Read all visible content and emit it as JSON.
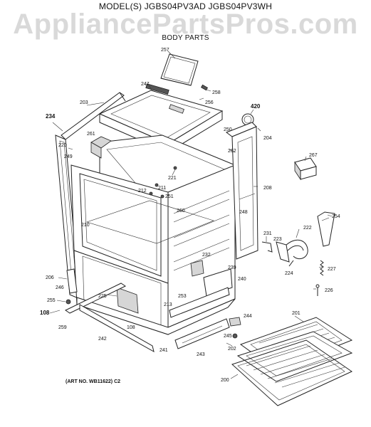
{
  "header": {
    "model_line": "MODEL(S) JGBS04PV3AD JGBS04PV3WH",
    "watermark": "AppliancePartsPros.com",
    "section_title": "BODY PARTS"
  },
  "art_note": "(ART NO. WB11622) C2",
  "callouts": [
    {
      "id": "c257",
      "label": "257"
    },
    {
      "id": "c247",
      "label": "247"
    },
    {
      "id": "c258",
      "label": "258"
    },
    {
      "id": "c256",
      "label": "256"
    },
    {
      "id": "c420",
      "label": "420"
    },
    {
      "id": "c203",
      "label": "203"
    },
    {
      "id": "c234",
      "label": "234"
    },
    {
      "id": "c220",
      "label": "220"
    },
    {
      "id": "c261",
      "label": "261"
    },
    {
      "id": "c250",
      "label": "250"
    },
    {
      "id": "c204",
      "label": "204"
    },
    {
      "id": "c249",
      "label": "249"
    },
    {
      "id": "c262",
      "label": "262"
    },
    {
      "id": "c267",
      "label": "267"
    },
    {
      "id": "c221",
      "label": "221"
    },
    {
      "id": "c211",
      "label": "211"
    },
    {
      "id": "c212",
      "label": "212"
    },
    {
      "id": "c251",
      "label": "251"
    },
    {
      "id": "c208",
      "label": "208"
    },
    {
      "id": "c248",
      "label": "248"
    },
    {
      "id": "c260",
      "label": "260"
    },
    {
      "id": "c254",
      "label": "254"
    },
    {
      "id": "c210",
      "label": "210"
    },
    {
      "id": "c222",
      "label": "222"
    },
    {
      "id": "c231",
      "label": "231"
    },
    {
      "id": "c223",
      "label": "223"
    },
    {
      "id": "c232",
      "label": "232"
    },
    {
      "id": "c239",
      "label": "239"
    },
    {
      "id": "c224",
      "label": "224"
    },
    {
      "id": "c227",
      "label": "227"
    },
    {
      "id": "c206",
      "label": "206"
    },
    {
      "id": "c246",
      "label": "246"
    },
    {
      "id": "c240",
      "label": "240"
    },
    {
      "id": "c226",
      "label": "226"
    },
    {
      "id": "c225",
      "label": "225"
    },
    {
      "id": "c253",
      "label": "253"
    },
    {
      "id": "c255",
      "label": "255"
    },
    {
      "id": "c213",
      "label": "213"
    },
    {
      "id": "c108a",
      "label": "108"
    },
    {
      "id": "c244",
      "label": "244"
    },
    {
      "id": "c201",
      "label": "201"
    },
    {
      "id": "c259",
      "label": "259"
    },
    {
      "id": "c108b",
      "label": "108"
    },
    {
      "id": "c245",
      "label": "245"
    },
    {
      "id": "c242",
      "label": "242"
    },
    {
      "id": "c241",
      "label": "241"
    },
    {
      "id": "c243",
      "label": "243"
    },
    {
      "id": "c202",
      "label": "202"
    },
    {
      "id": "c200",
      "label": "200"
    }
  ]
}
